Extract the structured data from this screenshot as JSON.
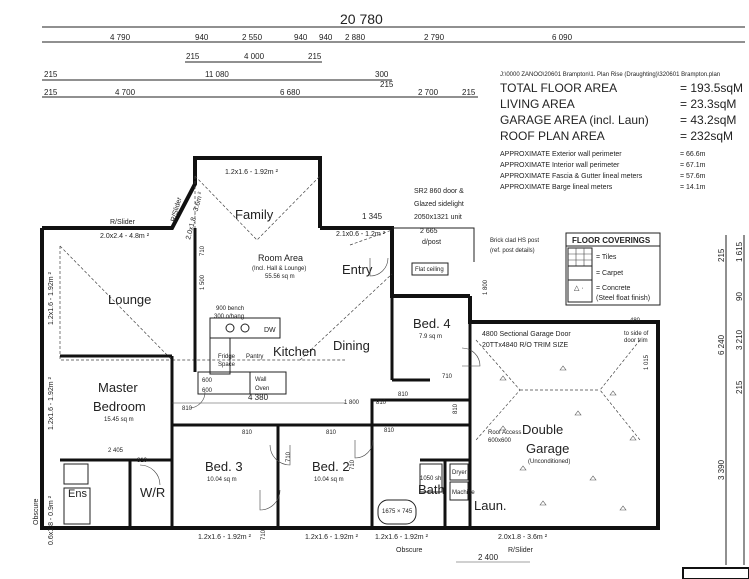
{
  "top_dims": {
    "overall": "20 780",
    "row1": [
      "4 790",
      "940",
      "2 550",
      "940",
      "940",
      "2 880",
      "2 790",
      "6 090"
    ],
    "row2": [
      "215",
      "4 000",
      "215"
    ],
    "row3": [
      "215",
      "11 080",
      "300"
    ],
    "row4": [
      "215",
      "4 700",
      "6 680",
      "215",
      "2 700",
      "215"
    ],
    "right_vertical": [
      "215",
      "1 615",
      "90",
      "3 210",
      "215",
      "6 240",
      "3 390"
    ]
  },
  "areas": {
    "file_note": "J:\\0000 ZANOO\\20601 Brampton\\1. Plan Rise (Draughting)\\320601 Brampton.plan",
    "rows": [
      {
        "label": "TOTAL FLOOR AREA",
        "value": "= 193.5sqM"
      },
      {
        "label": "LIVING AREA",
        "value": "= 23.3sqM"
      },
      {
        "label": "GARAGE AREA (incl. Laun)",
        "value": "= 43.2sqM"
      },
      {
        "label": "ROOF PLAN AREA",
        "value": "= 232sqM"
      }
    ],
    "approx": [
      {
        "label": "APPROXIMATE Exterior wall perimeter",
        "value": "= 66.6m"
      },
      {
        "label": "APPROXIMATE Interior wall perimeter",
        "value": "= 67.1m"
      },
      {
        "label": "APPROXIMATE Fascia & Gutter lineal meters",
        "value": "= 57.6m"
      },
      {
        "label": "APPROXIMATE Barge lineal meters",
        "value": "= 14.1m"
      }
    ]
  },
  "legend": {
    "title": "FLOOR COVERINGS",
    "items": [
      "= Tiles",
      "= Carpet",
      "= Concrete",
      "(Steel float finish)"
    ]
  },
  "rooms": {
    "family": "Family",
    "lounge": "Lounge",
    "room_area": "Room Area",
    "room_area_sub": "(Incl. Hall & Lounge)",
    "room_area_sqm": "55.56 sq m",
    "entry": "Entry",
    "bed4": "Bed. 4",
    "bed4_sqm": "7.9 sq m",
    "dining": "Dining",
    "kitchen": "Kitchen",
    "master1": "Master",
    "master2": "Bedroom",
    "master_sqm": "15.45 sq m",
    "bed3": "Bed. 3",
    "bed3_sqm": "10.04 sq m",
    "bed2": "Bed. 2",
    "bed2_sqm": "10.04 sq m",
    "ens": "Ens",
    "wr": "W/R",
    "bath": "Bath",
    "laun": "Laun.",
    "garage1": "Double",
    "garage2": "Garage",
    "garage_sub": "(Unconditioned)"
  },
  "notes": {
    "window_family": "1.2x1.6 - 1.92m ²",
    "slider_left": "R/Slider",
    "slider_left2": "R/Slider",
    "window_lounge_top": "2.0x2.4 - 4.8m ²",
    "window_family_left": "2.0x1.8 - 3.6m ²",
    "window_lounge_left": "1.2x1.6 - 1.92m ²",
    "window_master_left": "1.2x1.6 - 1.92m ²",
    "obscure_left": "Obscure",
    "window_ens_left": "0.6x1.8 - 0.9m ²",
    "entry_door": "SR2 860 door &",
    "entry_door2": "Glazed sidelight",
    "entry_door3": "2050x1321 unit",
    "dim_1345": "1 345",
    "window_entry": "2.1x0.6 - 1.2m ²",
    "dim_2665": "2 665",
    "dimpost": "d/post",
    "flat_ceiling": "Flat ceiling",
    "brick_post": "Brick clad HS post",
    "brick_post2": "(ref. post details)",
    "garage_door": "4800 Sectional Garage Door",
    "garage_door2": "20TTx4840 R/O TRIM SIZE",
    "side_door": "to side of",
    "side_door2": "door trim",
    "roof_access": "Roof Access",
    "roof_access2": "600x600",
    "bench": "900 bench",
    "overhang": "300 o/hang",
    "dw": "DW",
    "wall": "Wall",
    "oven": "Oven",
    "fridge": "Fridge",
    "pantry": "Pantry",
    "space": "Space",
    "dims_inner": [
      "4 380",
      "600",
      "600",
      "710",
      "810",
      "810",
      "810",
      "810",
      "810",
      "710",
      "710",
      "710",
      "810",
      "810",
      "810",
      "710",
      "2 405",
      "1 800",
      "1 800",
      "1 500",
      "1 015",
      "480"
    ],
    "w_bed3": "1.2x1.6 - 1.92m ²",
    "w_bed2": "1.2x1.6 - 1.92m ²",
    "w_bath": "1.2x1.6 - 1.92m ²",
    "w_garage": "2.0x1.8 - 3.6m ²",
    "obscure_bottom": "Obscure",
    "slider_bottom": "R/Slider",
    "dim_bottom": "2 400",
    "spa": "1675 × 745",
    "shower": "1050 sh",
    "dryer": "Dryer",
    "machine": "Machine"
  },
  "colors": {
    "ink": "#222222",
    "background": "#ffffff"
  }
}
